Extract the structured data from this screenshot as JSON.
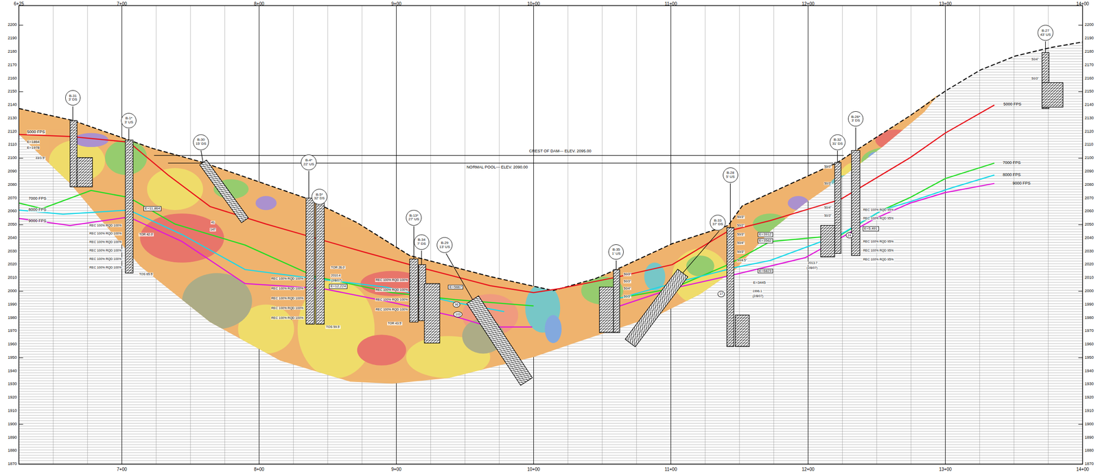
{
  "diagram": {
    "nodes": [
      {
        "text": [
          "B-31",
          "3' DS"
        ]
      },
      {
        "text": [
          "B-1*",
          "3' US"
        ]
      },
      {
        "text": [
          "B-30",
          "15' DS"
        ]
      },
      {
        "text": [
          "B-4*",
          "22' US"
        ]
      },
      {
        "text": [
          "B-5*",
          "32' DS"
        ]
      },
      {
        "text": [
          "B-13*",
          "27' US"
        ]
      },
      {
        "text": [
          "B-34",
          "7' DS"
        ]
      },
      {
        "text": [
          "B-29",
          "13' US"
        ]
      },
      {
        "text": [
          "B-35",
          "1' US"
        ]
      },
      {
        "text": [
          "B-33",
          "37' DS"
        ]
      },
      {
        "text": [
          "B-28",
          "5' US"
        ]
      },
      {
        "text": [
          "B-32",
          "31' DS"
        ]
      },
      {
        "text": [
          "B-26*",
          "3' DS"
        ]
      },
      {
        "text": [
          "B-27",
          "43' US"
        ]
      }
    ],
    "labels": [
      "6+25",
      "7+00",
      "8+00",
      "9+00",
      "10+00",
      "11+00",
      "12+00",
      "13+00",
      "14+00",
      "7+00",
      "8+00",
      "9+00",
      "10+00",
      "11+00",
      "12+00",
      "13+00",
      "14+00",
      "2200",
      "2190",
      "2180",
      "2170",
      "2160",
      "2150",
      "2140",
      "2130",
      "2120",
      "2110",
      "2100",
      "2090",
      "2080",
      "2070",
      "2060",
      "2050",
      "2040",
      "2030",
      "2020",
      "2010",
      "2000",
      "1990",
      "1980",
      "1970",
      "1960",
      "1950",
      "1940",
      "1930",
      "1920",
      "1910",
      "1900",
      "1890",
      "1880",
      "1870",
      "2200",
      "2190",
      "2180",
      "2170",
      "2160",
      "2150",
      "2140",
      "2130",
      "2120",
      "2110",
      "2100",
      "2090",
      "2080",
      "2070",
      "2060",
      "2050",
      "2040",
      "2030",
      "2020",
      "2010",
      "2000",
      "1990",
      "1980",
      "1970",
      "1960",
      "1950",
      "1940",
      "1930",
      "1920",
      "1910",
      "1900",
      "1890",
      "1880",
      "1870",
      "CREST OF DAM— ELEV. 2095.00",
      "NORMAL POOL— ELEV. 2090.00",
      "5000 FPS",
      "7000 FPS",
      "8000 FPS",
      "9000 FPS",
      "5000 FPS",
      "7000 FPS",
      "8000 FPS",
      "9000 FPS",
      "E=1864",
      "E=1978",
      "E=11,864",
      "E=12,224",
      "E=5667",
      "E=3912",
      "E=3562",
      "E=5,491",
      "E=6823",
      "E=3445",
      "96",
      "103",
      "17",
      "24",
      "41",
      "147",
      "2010.4",
      "(2/8/07)",
      "TOS 65.5'",
      "TOS 59.5'",
      "TOR 43.5'",
      "TOR 42.0'",
      "TOR 26.0'",
      "1996.1",
      "(2/8/07)",
      "2013.7",
      "(2/8/07)",
      "REC 100% RQD 100%",
      "REC 100% RQD 100%",
      "REC 100% RQD 100%",
      "REC 100% RQD 100%",
      "REC 100% RQD 100%",
      "REC 100% RQD 100%",
      "REC 100% RQD 100%",
      "REC 100% RQD 100%",
      "REC 100% RQD 100%",
      "REC 100% RQD 100%",
      "REC 100% RQD 100%",
      "REC 100% RQD 100%",
      "REC 100% RQD 100%",
      "REC 100% RQD 100%",
      "REC 100% RQD 100%",
      "REC 100% RQD 95%",
      "REC 100% RQD 95%",
      "REC 100% RQD 95%",
      "REC 100% RQD 95%",
      "REC 100% RQD 95%",
      "50/3\"",
      "50/2\"",
      "50/3\"",
      "50/4\"",
      "50/3\"",
      "50/4.5\"",
      "50/3\"",
      "50/3\"",
      "50/4\"",
      "50/3\"",
      "50/3\"",
      "50/3\"",
      "50/4\"",
      "50/3\"",
      "33/3.5\"",
      "50/4\"",
      "50/3\""
    ]
  }
}
